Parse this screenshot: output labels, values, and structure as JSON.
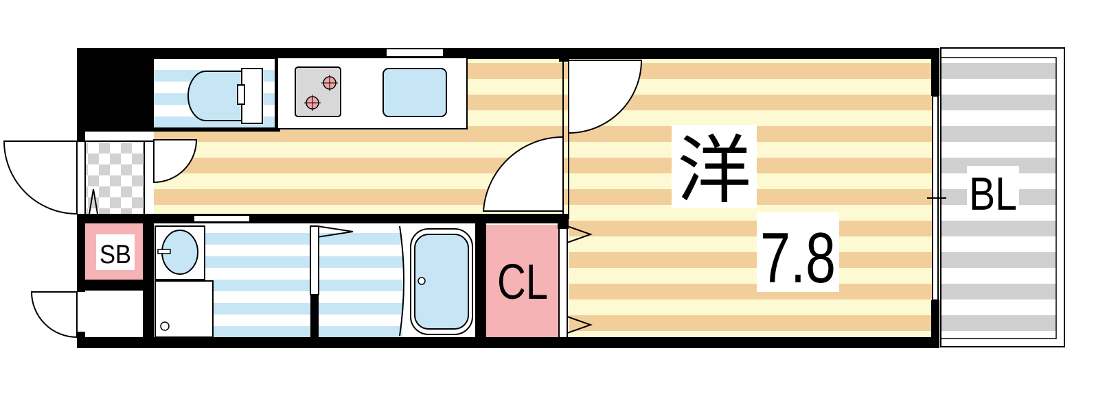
{
  "colors": {
    "wood_stripe": "#f2cf9a",
    "wood_light": "#fdf9d2",
    "tile_blue": "#c6e6f6",
    "tile_white": "#ffffff",
    "balcony_stripe": "#d0d0d0",
    "closet_pink": "#f6b3b6",
    "burner_pink": "#f2a5a8",
    "fixture_blue": "#c6e6f6",
    "wall": "#000000"
  },
  "rooms": {
    "western_room": {
      "label": "洋",
      "size": "7.8"
    },
    "balcony": {
      "label": "BL"
    },
    "closet": {
      "label": "CL"
    },
    "shoe_box": {
      "label": "SB"
    }
  }
}
